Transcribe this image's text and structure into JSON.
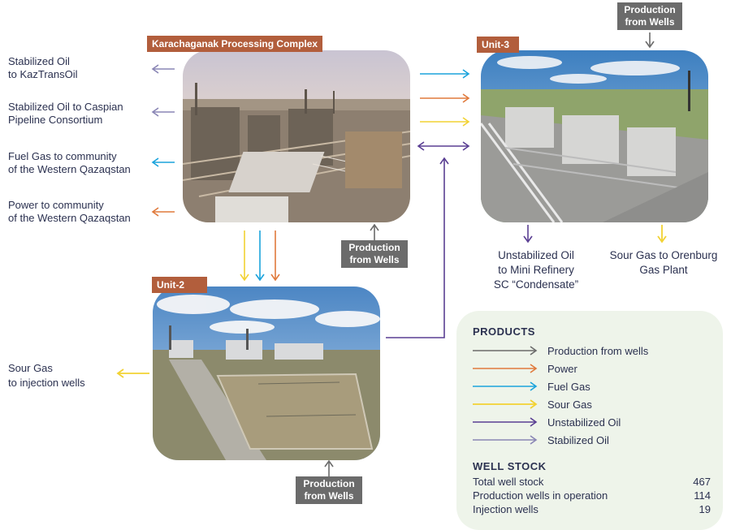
{
  "colors": {
    "production": "#6b6b6b",
    "power": "#e07a3c",
    "fuel_gas": "#1ba3dc",
    "sour_gas": "#f2d233",
    "unstabilized_oil": "#5a3f93",
    "stabilized_oil": "#8a86b5",
    "tag": "#b25e3c"
  },
  "complex": {
    "tag": "Karachaganak Processing Complex",
    "outputs": [
      {
        "line1": "Stabilized Oil",
        "line2": "to KazTransOil"
      },
      {
        "line1": "Stabilized Oil to Caspian",
        "line2": "Pipeline Consortium"
      },
      {
        "line1": "Fuel Gas to community",
        "line2": "of the Western Qazaqstan"
      },
      {
        "line1": "Power to community",
        "line2": "of the Western Qazaqstan"
      }
    ],
    "production": {
      "line1": "Production",
      "line2": "from Wells"
    }
  },
  "unit3": {
    "tag": "Unit-3",
    "production": {
      "line1": "Production",
      "line2": "from Wells"
    },
    "out_oil": {
      "line1": "Unstabilized Oil",
      "line2": "to Mini Refinery",
      "line3": "SC “Condensate”"
    },
    "out_gas": {
      "line1": "Sour Gas to Orenburg",
      "line2": "Gas Plant"
    }
  },
  "unit2": {
    "tag": "Unit-2",
    "production": {
      "line1": "Production",
      "line2": "from Wells"
    },
    "out_gas": {
      "line1": "Sour Gas",
      "line2": "to injection wells"
    }
  },
  "legend": {
    "title": "PRODUCTS",
    "items": [
      {
        "label": "Production from wells",
        "color": "#6b6b6b"
      },
      {
        "label": "Power",
        "color": "#e07a3c"
      },
      {
        "label": "Fuel Gas",
        "color": "#1ba3dc"
      },
      {
        "label": "Sour Gas",
        "color": "#f2d233"
      },
      {
        "label": "Unstabilized Oil",
        "color": "#5a3f93"
      },
      {
        "label": "Stabilized Oil",
        "color": "#8a86b5"
      }
    ]
  },
  "well_stock": {
    "title": "WELL STOCK",
    "rows": [
      {
        "label": "Total well stock",
        "value": "467"
      },
      {
        "label": "Production wells in operation",
        "value": "114"
      },
      {
        "label": "Injection wells",
        "value": "19"
      }
    ]
  }
}
